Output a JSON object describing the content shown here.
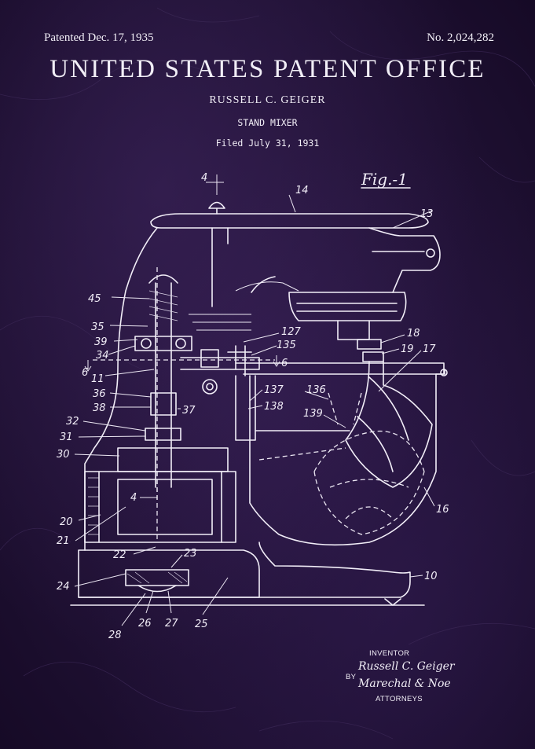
{
  "header": {
    "patented": "Patented Dec. 17, 1935",
    "number": "No. 2,024,282",
    "office": "UNITED STATES PATENT OFFICE",
    "inventor": "RUSSELL C. GEIGER",
    "title": "STAND MIXER",
    "filed": "Filed July 31, 1931"
  },
  "drawing": {
    "figure_label": "Fig.-1",
    "reference_numerals": [
      "4",
      "14",
      "13",
      "45",
      "35",
      "39",
      "34",
      "11",
      "6",
      "36",
      "38",
      "37",
      "32",
      "31",
      "30",
      "4",
      "20",
      "21",
      "22",
      "23",
      "24",
      "28",
      "26",
      "27",
      "25",
      "10",
      "127",
      "135",
      "6",
      "137",
      "138",
      "136",
      "139",
      "18",
      "19",
      "17",
      "16"
    ]
  },
  "signature": {
    "inventor_label": "INVENTOR",
    "inventor_signature": "Russell C. Geiger",
    "by_label": "BY",
    "attorney_signature": "Marechal & Noe",
    "attorneys_label": "ATTORNEYS"
  },
  "colors": {
    "background": "#221236",
    "ink": "#f2eef8"
  }
}
